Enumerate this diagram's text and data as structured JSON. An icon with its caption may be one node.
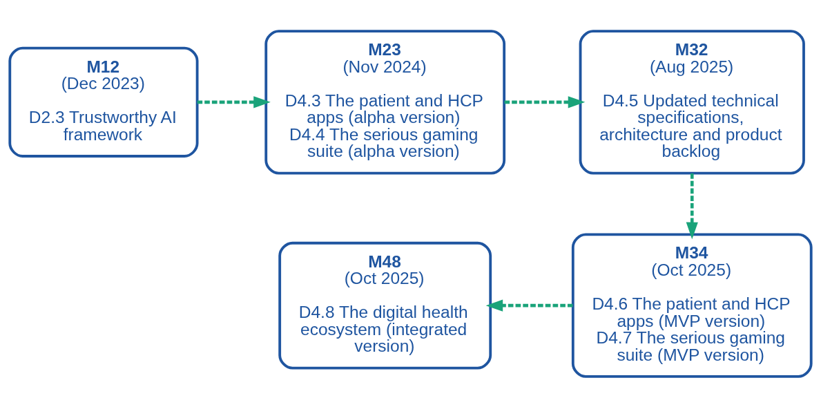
{
  "diagram": {
    "nodes": [
      {
        "text": [
          "M12",
          "(Dec 2023)",
          "D2.3 Trustworthy AI framework"
        ]
      },
      {
        "text": [
          "M23",
          "(Nov 2024)",
          "D4.3 The patient and HCP apps (alpha version)",
          "D4.4 The serious gaming suite (alpha version)"
        ]
      },
      {
        "text": [
          "M32",
          "(Aug 2025)",
          "D4.5 Updated technical specifications, architecture and product backlog"
        ]
      },
      {
        "text": [
          "M34",
          "(Oct 2025)",
          "D4.6 The patient and HCP apps (MVP version)",
          "D4.7 The serious gaming suite (MVP version)"
        ]
      },
      {
        "text": [
          "M48",
          "(Oct 2025)",
          "D4.8 The digital health ecosystem (integrated version)"
        ]
      }
    ],
    "edges": [
      {
        "from": 0,
        "to": 1,
        "arrow": "to",
        "style": "dashed",
        "color": "#1aa37a"
      },
      {
        "from": 1,
        "to": 2,
        "arrow": "to",
        "style": "dashed",
        "color": "#1aa37a"
      },
      {
        "from": 2,
        "to": 3,
        "arrow": "to",
        "style": "dashed",
        "color": "#1aa37a"
      },
      {
        "from": 3,
        "to": 4,
        "arrow": "to",
        "style": "dashed",
        "color": "#1aa37a"
      }
    ]
  }
}
